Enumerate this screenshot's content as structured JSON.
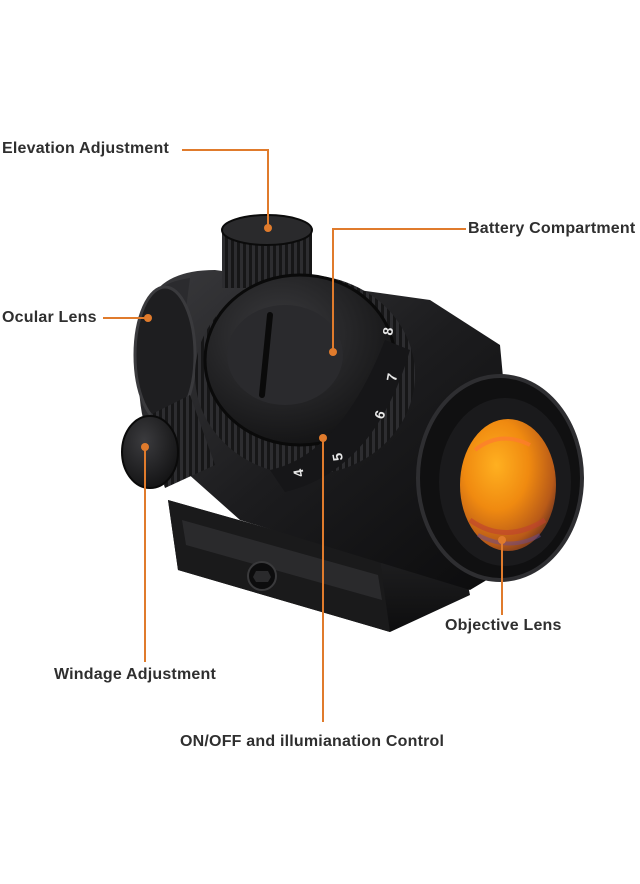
{
  "diagram": {
    "leader_color": "#e07b2c",
    "labels": {
      "elevation": "Elevation Adjustment",
      "battery": "Battery  Compartment",
      "ocular": "Ocular Lens",
      "windage": "Windage Adjustment",
      "objective": "Objective Lens",
      "onoff": "ON/OFF and illumianation Control"
    },
    "dial_numbers": [
      "8",
      "7",
      "6",
      "5",
      "4"
    ]
  }
}
